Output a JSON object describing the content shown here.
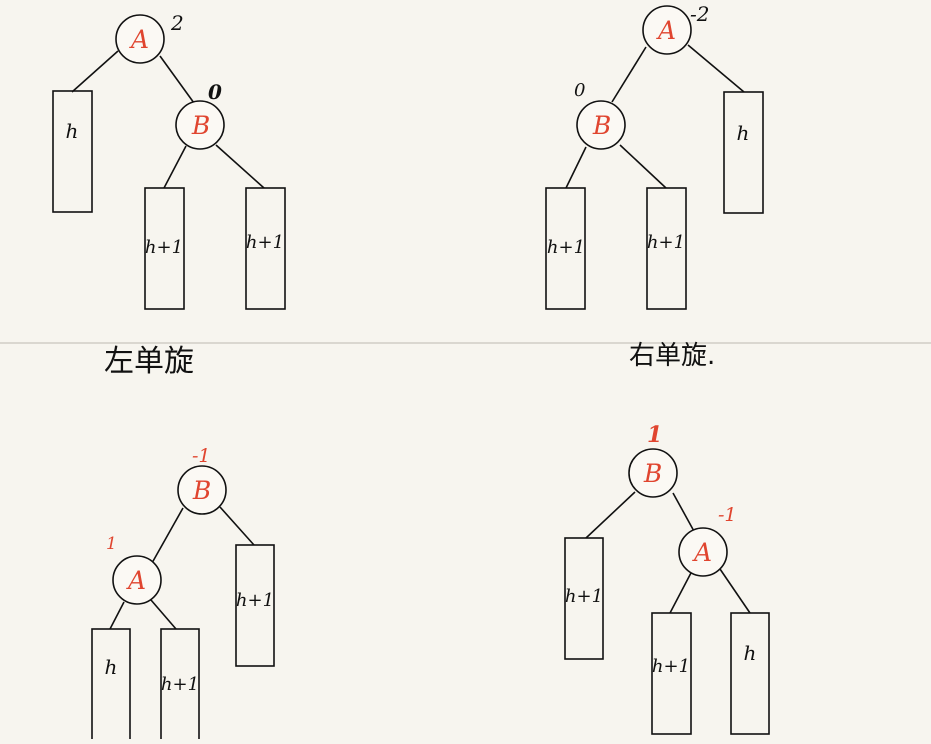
{
  "diagrams": {
    "left_rotation_before": {
      "node_a": {
        "label": "A",
        "balance": "2"
      },
      "node_b": {
        "label": "B",
        "balance": "0"
      },
      "subtree_left": "h",
      "subtree_b_left": "h+1",
      "subtree_b_right": "h+1"
    },
    "right_rotation_before": {
      "node_a": {
        "label": "A",
        "balance": "-2"
      },
      "node_b": {
        "label": "B",
        "balance": "0"
      },
      "subtree_right": "h",
      "subtree_b_left": "h+1",
      "subtree_b_right": "h+1"
    },
    "left_rotation_after": {
      "node_b": {
        "label": "B",
        "balance": "-1"
      },
      "node_a": {
        "label": "A",
        "balance": "1"
      },
      "subtree_a_left": "h",
      "subtree_a_right": "h+1",
      "subtree_b_right": "h+1"
    },
    "right_rotation_after": {
      "node_b": {
        "label": "B",
        "balance": "1"
      },
      "node_a": {
        "label": "A",
        "balance": "-1"
      },
      "subtree_b_left": "h+1",
      "subtree_a_left": "h+1",
      "subtree_a_right": "h"
    }
  },
  "captions": {
    "left": "左单旋",
    "right": "右单旋."
  },
  "colors": {
    "node_text": "#e0452f",
    "balance_red": "#e0452f",
    "ink": "#111111",
    "paper": "#f7f5ef",
    "divider": "#bdbab3"
  }
}
